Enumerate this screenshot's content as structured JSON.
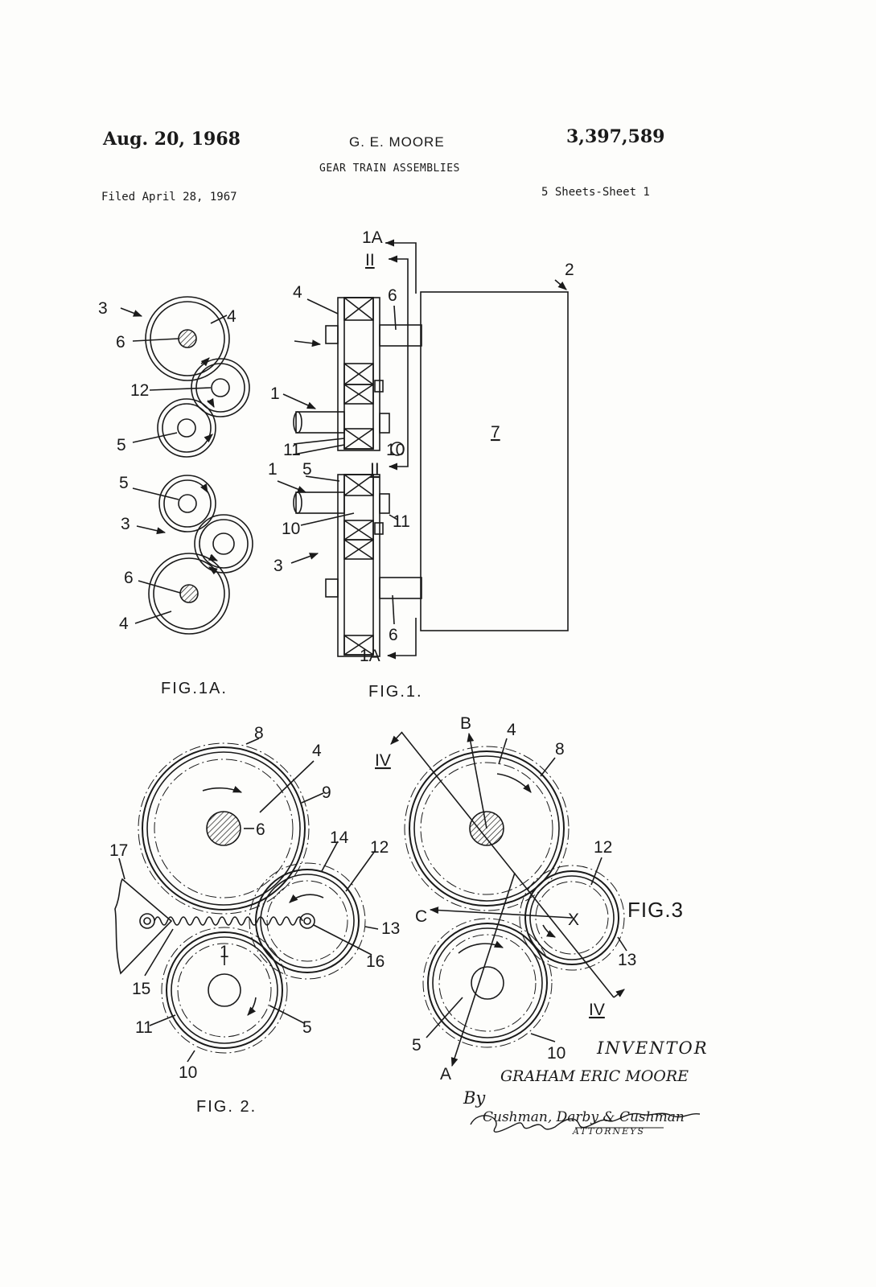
{
  "header": {
    "date": "Aug. 20, 1968",
    "inventor": "G. E. MOORE",
    "patent_number": "3,397,589",
    "title": "GEAR TRAIN ASSEMBLIES",
    "filed": "Filed April 28, 1967",
    "sheets": "5 Sheets-Sheet 1"
  },
  "figures": {
    "fig1a_caption": "FIG.1A.",
    "fig1_caption": "FIG.1.",
    "fig2_caption": "FIG. 2.",
    "fig3_caption": "FIG.3"
  },
  "labels": {
    "n1": "1",
    "n2": "2",
    "n3": "3",
    "n4": "4",
    "n5": "5",
    "n6": "6",
    "n7": "7",
    "n8": "8",
    "n9": "9",
    "n10": "10",
    "n11": "11",
    "n12": "12",
    "n13": "13",
    "n14": "14",
    "n15": "15",
    "n16": "16",
    "n17": "17",
    "section_1a": "1A",
    "section_ii": "II",
    "section_iv": "IV",
    "point_a": "A",
    "point_b": "B",
    "point_c": "C",
    "point_x": "X"
  },
  "signature": {
    "inventor_heading": "INVENTOR",
    "inventor_name": "GRAHAM ERIC MOORE",
    "by": "By",
    "attorneys_firm": "Cushman, Darby & Cushman",
    "attorneys": "ATTORNEYS"
  }
}
